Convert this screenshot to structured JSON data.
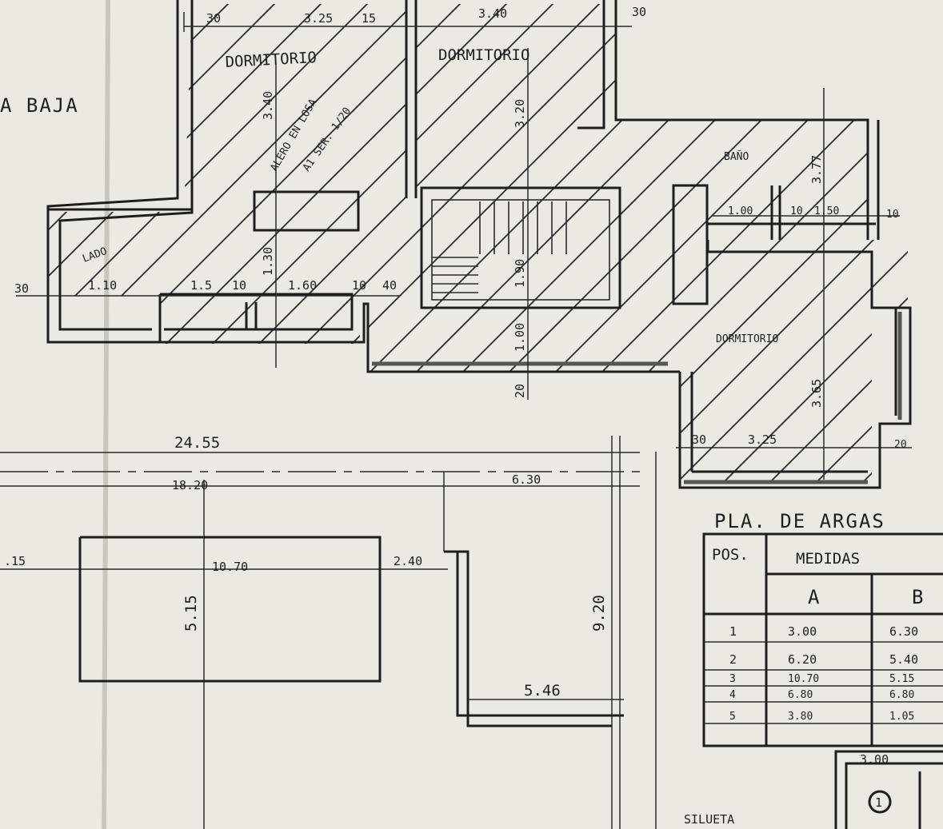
{
  "plan": {
    "planta_label": "A BAJA",
    "rooms": {
      "dorm_1": "DORMITORIO",
      "dorm_2": "DORMITORIO",
      "dorm_3": "DORMITORIO",
      "bano": "BAÑO",
      "lado": "LADO",
      "note_1": "ALERO EN LOSA",
      "note_2": "A1 SER. 1/20"
    },
    "dims": {
      "d30_top_left": "30",
      "d325_top": "3.25",
      "d15_top": "15",
      "d340_top": "3.40",
      "d30_top_right": "30",
      "d340_vert": "3.40",
      "d320_vert": "3.20",
      "d377_vert": "3.77",
      "d30_left": "30",
      "d110": "1.10",
      "d15_mid": "1.5",
      "d10_mid": "10",
      "d160": "1.60",
      "d10_b": "10",
      "d40": "40",
      "d130_vert": "1.30",
      "d190_vert": "1.90",
      "d100_vert": "1.00",
      "d20_vert": "20",
      "d100_bath": "1.00",
      "d10_bath": "10",
      "d150_bath": "1.50",
      "d10_bath_r": "10",
      "d365_vert": "3.65",
      "d30_low": "30",
      "d325_low": "3.25",
      "d20_low": "20",
      "total_2455": "24.55",
      "total_1820": "18.20",
      "total_630": "6.30",
      "d15_left": ".15",
      "d1070": "10.70",
      "d240": "2.40",
      "d515": "5.15",
      "d920": "9.20",
      "d546": "5.46",
      "d300_small": "3.00",
      "silueta": "SILUETA"
    }
  },
  "table": {
    "title": "PLA. DE ARGAS",
    "header_pos": "POS.",
    "header_medidas": "MEDIDAS",
    "col_a": "A",
    "col_b": "B",
    "rows": [
      {
        "pos": "1",
        "a": "3.00",
        "b": "6.30"
      },
      {
        "pos": "2",
        "a": "6.20",
        "b": "5.40"
      },
      {
        "pos": "3",
        "a": "10.70",
        "b": "5.15"
      },
      {
        "pos": "4",
        "a": "6.80",
        "b": "6.80"
      },
      {
        "pos": "5",
        "a": "3.80",
        "b": "1.05"
      }
    ],
    "circle_num": "1"
  }
}
